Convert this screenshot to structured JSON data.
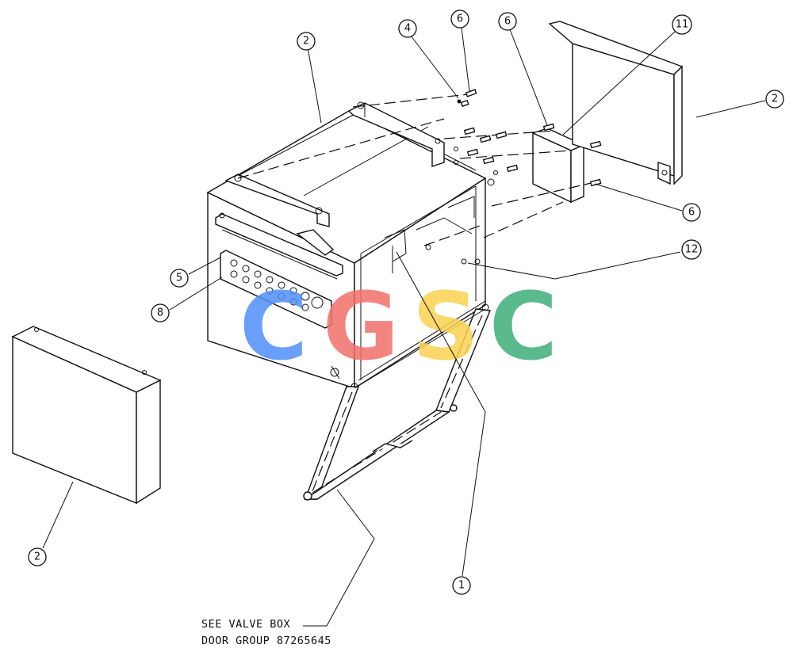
{
  "callouts": [
    {
      "id": "c2-top",
      "label": "2"
    },
    {
      "id": "c4",
      "label": "4"
    },
    {
      "id": "c6-a",
      "label": "6"
    },
    {
      "id": "c6-b",
      "label": "6"
    },
    {
      "id": "c11",
      "label": "11"
    },
    {
      "id": "c2-right",
      "label": "2"
    },
    {
      "id": "c6-c",
      "label": "6"
    },
    {
      "id": "c12",
      "label": "12"
    },
    {
      "id": "c5",
      "label": "5"
    },
    {
      "id": "c8",
      "label": "8"
    },
    {
      "id": "c2-left",
      "label": "2"
    },
    {
      "id": "c1",
      "label": "1"
    }
  ],
  "note": {
    "line1": "SEE VALVE BOX",
    "line2": "DOOR GROUP 87265645"
  },
  "watermark": {
    "letters": [
      "C",
      "G",
      "S",
      "C"
    ],
    "colors": [
      "#4f8ff7",
      "#f2706a",
      "#fbd252",
      "#3fae7a"
    ]
  }
}
